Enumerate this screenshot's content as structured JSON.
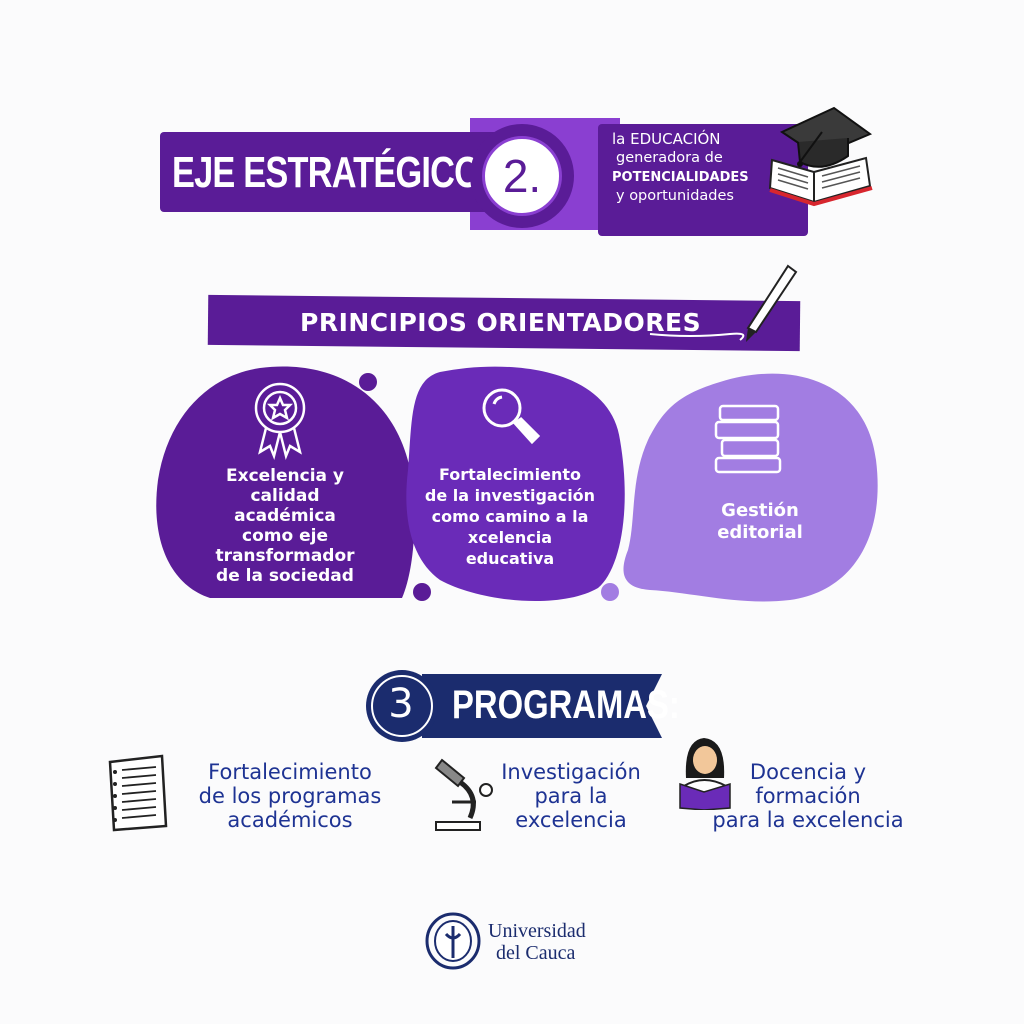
{
  "header": {
    "title": "EJE ESTRATÉGICO",
    "number": "2.",
    "subtitle_lines": [
      "la EDUCACIÓN",
      "generadora de",
      "POTENCIALIDADES",
      "y oportunidades"
    ]
  },
  "principios": {
    "title": "PRINCIPIOS ORIENTADORES",
    "items": [
      {
        "icon": "award-star-icon",
        "lines": [
          "Excelencia y",
          "calidad",
          "académica",
          "como eje",
          "transformador",
          "de la sociedad"
        ]
      },
      {
        "icon": "magnifier-icon",
        "lines": [
          "Fortalecimiento",
          "de la investigación",
          "como camino a la",
          "xcelencia",
          "educativa"
        ]
      },
      {
        "icon": "books-stack-icon",
        "lines": [
          "Gestión",
          "editorial"
        ]
      }
    ]
  },
  "programas": {
    "number": "3",
    "title": "PROGRAMAS:",
    "items": [
      {
        "icon": "notepad-icon",
        "lines": [
          "Fortalecimiento",
          "de los programas",
          "académicos"
        ]
      },
      {
        "icon": "microscope-icon",
        "lines": [
          "Investigación",
          "para la",
          "excelencia"
        ]
      },
      {
        "icon": "teacher-reading-icon",
        "lines": [
          "Docencia y",
          "formación",
          "para la excelencia"
        ]
      }
    ]
  },
  "logo": {
    "line1": "Universidad",
    "line2": "del Cauca"
  },
  "colors": {
    "dark_purple": "#5a1c97",
    "mid_purple": "#6a2bb8",
    "light_purple": "#a27de2",
    "accent": "#8a3fd1",
    "navy": "#1b2c6e",
    "text_blue": "#1e3393"
  }
}
